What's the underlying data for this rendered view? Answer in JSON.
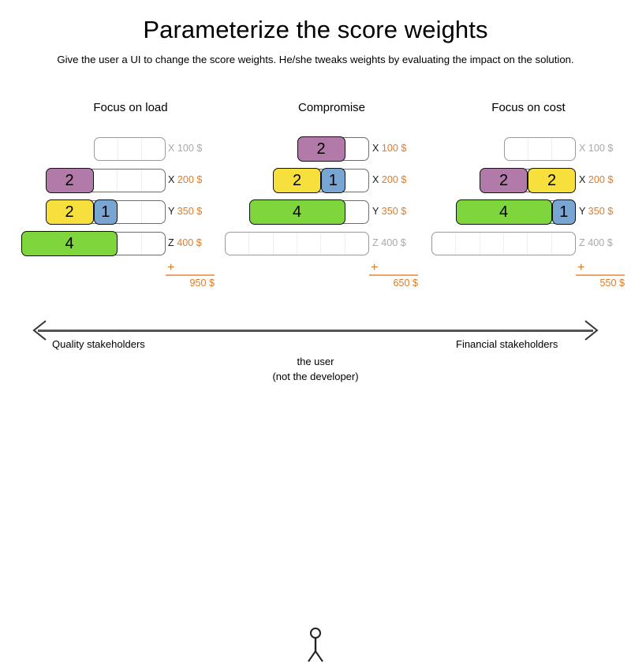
{
  "header": {
    "title": "Parameterize the score weights",
    "subtitle": "Give the user a UI to change the score weights. He/she tweaks weights by evaluating the impact on the solution."
  },
  "colors": {
    "purple": "#b27aa8",
    "yellow": "#f7e03c",
    "blue": "#79a5d3",
    "green": "#7ed63c",
    "orange": "#e07b28",
    "grey": "#a9a9a9",
    "track_border": "#9a9a9a"
  },
  "chart_data": {
    "type": "bar",
    "title": "Parameterize the score weights",
    "xlabel": "",
    "ylabel": "",
    "legend": [
      "purple",
      "yellow",
      "blue",
      "green"
    ],
    "row_keys": [
      "X",
      "X",
      "Y",
      "Z"
    ],
    "row_costs": [
      100,
      200,
      350,
      400
    ],
    "columns": [
      {
        "name": "Focus on load",
        "total": 950,
        "rows": [
          {
            "key": "X",
            "cost": 100,
            "active": false,
            "slots": 3,
            "segments": []
          },
          {
            "key": "X",
            "cost": 200,
            "active": true,
            "slots": 5,
            "segments": [
              {
                "color": "purple",
                "value": 2,
                "span": 2
              }
            ]
          },
          {
            "key": "Y",
            "cost": 350,
            "active": true,
            "slots": 5,
            "segments": [
              {
                "color": "yellow",
                "value": 2,
                "span": 2
              },
              {
                "color": "blue",
                "value": 1,
                "span": 1
              }
            ]
          },
          {
            "key": "Z",
            "cost": 400,
            "active": true,
            "slots": 6,
            "segments": [
              {
                "color": "green",
                "value": 4,
                "span": 4
              }
            ]
          }
        ]
      },
      {
        "name": "Compromise",
        "total": 650,
        "rows": [
          {
            "key": "X",
            "cost": 100,
            "active": true,
            "slots": 3,
            "segments": [
              {
                "color": "purple",
                "value": 2,
                "span": 2
              }
            ]
          },
          {
            "key": "X",
            "cost": 200,
            "active": true,
            "slots": 4,
            "segments": [
              {
                "color": "yellow",
                "value": 2,
                "span": 2
              },
              {
                "color": "blue",
                "value": 1,
                "span": 1
              }
            ]
          },
          {
            "key": "Y",
            "cost": 350,
            "active": true,
            "slots": 5,
            "segments": [
              {
                "color": "green",
                "value": 4,
                "span": 4
              }
            ]
          },
          {
            "key": "Z",
            "cost": 400,
            "active": false,
            "slots": 6,
            "segments": []
          }
        ]
      },
      {
        "name": "Focus on cost",
        "total": 550,
        "rows": [
          {
            "key": "X",
            "cost": 100,
            "active": false,
            "slots": 3,
            "segments": []
          },
          {
            "key": "X",
            "cost": 200,
            "active": true,
            "slots": 4,
            "segments": [
              {
                "color": "purple",
                "value": 2,
                "span": 2
              },
              {
                "color": "yellow",
                "value": 2,
                "span": 2
              }
            ]
          },
          {
            "key": "Y",
            "cost": 350,
            "active": true,
            "slots": 5,
            "segments": [
              {
                "color": "green",
                "value": 4,
                "span": 4
              },
              {
                "color": "blue",
                "value": 1,
                "span": 1
              }
            ]
          },
          {
            "key": "Z",
            "cost": 400,
            "active": false,
            "slots": 6,
            "segments": []
          }
        ]
      }
    ]
  },
  "sum": {
    "plus_symbol": "+",
    "currency_suffix": "$"
  },
  "axis": {
    "left_label": "Quality stakeholders",
    "right_label": "Financial stakeholders",
    "figure_caption_line1": "the user",
    "figure_caption_line2": "(not the developer)"
  }
}
